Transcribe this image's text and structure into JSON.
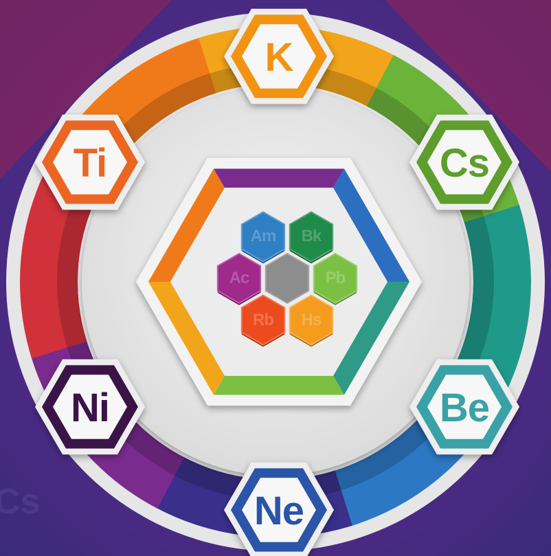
{
  "board": {
    "outer_tiles": [
      {
        "symbol": "K",
        "color": "#f29312"
      },
      {
        "symbol": "Cs",
        "color": "#5d9e2c"
      },
      {
        "symbol": "Be",
        "color": "#3aa2a6"
      },
      {
        "symbol": "Ne",
        "color": "#2a55a8"
      },
      {
        "symbol": "Ni",
        "color": "#3a1446"
      },
      {
        "symbol": "Ti",
        "color": "#ea6622"
      }
    ],
    "inner_tiles": [
      {
        "symbol": "Am",
        "color": "#2f7fc4"
      },
      {
        "symbol": "Bk",
        "color": "#1f8a4a"
      },
      {
        "symbol": "Pb",
        "color": "#7bc043"
      },
      {
        "symbol": "Hs",
        "color": "#f39c1e"
      },
      {
        "symbol": "Rb",
        "color": "#ec4b1d"
      },
      {
        "symbol": "Ac",
        "color": "#a0298c"
      }
    ],
    "center_tile": {
      "color": "#8d8d8d"
    },
    "ring_colors": [
      "#f07a1a",
      "#f2a51a",
      "#6cb33a",
      "#1f9a8a",
      "#2c78c4",
      "#3a2f8a",
      "#7a2b8e",
      "#d0313a"
    ],
    "background_colors": [
      "#6a2b98",
      "#3b2a7a",
      "#9a2050"
    ],
    "faded_background_text": "Cs"
  }
}
